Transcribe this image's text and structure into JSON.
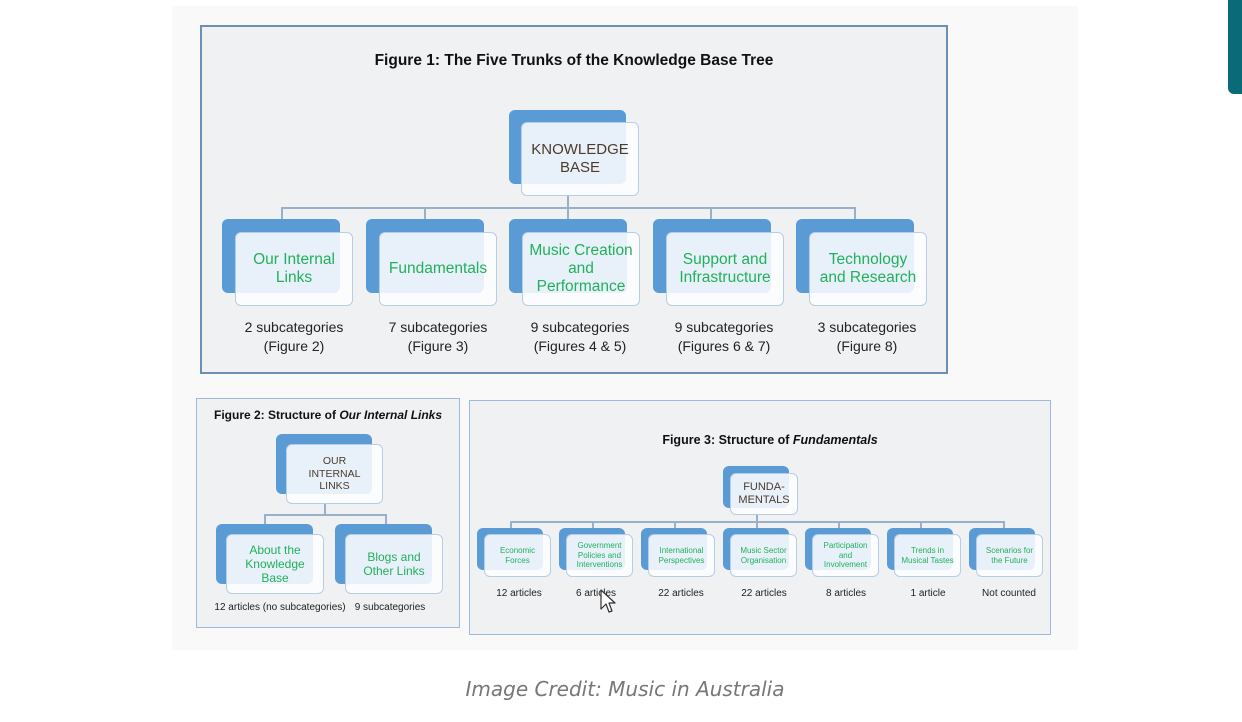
{
  "figure1": {
    "title": "Figure 1: The Five Trunks of the Knowledge Base Tree",
    "root": "KNOWLEDGE\nBASE",
    "trunks": [
      {
        "label": "Our Internal Links",
        "caption1": "2 subcategories",
        "caption2": "(Figure 2)"
      },
      {
        "label": "Fundamentals",
        "caption1": "7 subcategories",
        "caption2": "(Figure 3)"
      },
      {
        "label": "Music Creation and Performance",
        "caption1": "9 subcategories",
        "caption2": "(Figures 4 & 5)"
      },
      {
        "label": "Support and Infrastructure",
        "caption1": "9 subcategories",
        "caption2": "(Figures 6 & 7)"
      },
      {
        "label": "Technology and Research",
        "caption1": "3 subcategories",
        "caption2": "(Figure 8)"
      }
    ]
  },
  "figure2": {
    "title_prefix": "Figure 2: Structure of ",
    "title_italic": "Our Internal Links",
    "root": "OUR INTERNAL LINKS",
    "children": [
      {
        "label": "About the Knowledge Base",
        "caption": "12 articles (no subcategories)"
      },
      {
        "label": "Blogs and Other Links",
        "caption": "9 subcategories"
      }
    ]
  },
  "figure3": {
    "title_prefix": "Figure 3: Structure of ",
    "title_italic": "Fundamentals",
    "root": "FUNDA-\nMENTALS",
    "children": [
      {
        "label": "Economic Forces",
        "caption": "12 articles"
      },
      {
        "label": "Government Policies and Interventions",
        "caption": "6 articles"
      },
      {
        "label": "International Perspectives",
        "caption": "22 articles"
      },
      {
        "label": "Music Sector Organisation",
        "caption": "22 articles"
      },
      {
        "label": "Participation and Involvement",
        "caption": "8 articles"
      },
      {
        "label": "Trends in Musical Tastes",
        "caption": "1 article"
      },
      {
        "label": "Scenarios for the Future",
        "caption": "Not counted"
      }
    ]
  },
  "credit": "Image Credit: Music in Australia",
  "colors": {
    "node_back": "#5b9bd5",
    "leaf_text": "#22b05a",
    "side_tab": "#0a6a78"
  }
}
